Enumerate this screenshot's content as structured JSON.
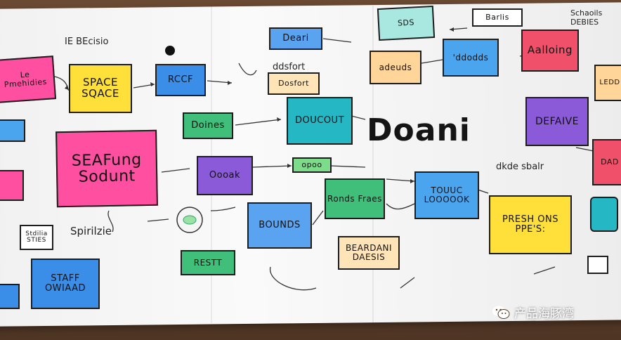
{
  "title": "Doani",
  "notes": [
    {
      "text": "Le Pmehidies",
      "color": "#ff4fa0"
    },
    {
      "text": "SPACE SQACE",
      "color": "#ffe03a"
    },
    {
      "text": "RCCF",
      "color": "#3a8ee8"
    },
    {
      "text": "Deari",
      "color": "#5aa3f0"
    },
    {
      "text": "adeuds",
      "color": "#ffd59a"
    },
    {
      "text": "'ddodds",
      "color": "#4aa5ee"
    },
    {
      "text": "Aalloing",
      "color": "#f0506a"
    },
    {
      "text": "Dosfort",
      "color": "#ffe4b8"
    },
    {
      "text": "Doines",
      "color": "#3fbf7a"
    },
    {
      "text": "DOUCOUT",
      "color": "#26b7c4"
    },
    {
      "text": "DEFAIVE",
      "color": "#8b5ad8"
    },
    {
      "text": "SEAFung Sodunt",
      "color": "#ff4fa0"
    },
    {
      "text": "Oooak",
      "color": "#8b5ad8"
    },
    {
      "text": "opoo",
      "color": "#7ddc8a"
    },
    {
      "text": "TOUUC LOOOOOK",
      "color": "#4aa5ee"
    },
    {
      "text": "PRESH ONS PPE'S:",
      "color": "#ffe03a"
    },
    {
      "text": "BOUNDS",
      "color": "#5aa3f0"
    },
    {
      "text": "Ronds Fraes",
      "color": "#3fbf7a"
    },
    {
      "text": "BEARDANI DAESIS",
      "color": "#ffe4b8"
    },
    {
      "text": "RESTT",
      "color": "#3fbf7a"
    },
    {
      "text": "STAFF OWIAAD",
      "color": "#3a8ee8"
    },
    {
      "text": "Stdilia STIES",
      "color": "#ffffff"
    },
    {
      "text": "SDS",
      "color": "#a9e8e0"
    },
    {
      "text": "Barlis",
      "color": "#ffffff"
    },
    {
      "text": "DAD",
      "color": "#f0506a"
    },
    {
      "text": "LEDD",
      "color": "#ffd59a"
    }
  ],
  "scribbles": [
    "IE BEcisio",
    "Spirilzie",
    "ddsfort",
    "dkde sbalr",
    "Schaoils DEBIES"
  ],
  "watermark": {
    "text": "产品海豚湾",
    "icon": "wechat-icon"
  }
}
